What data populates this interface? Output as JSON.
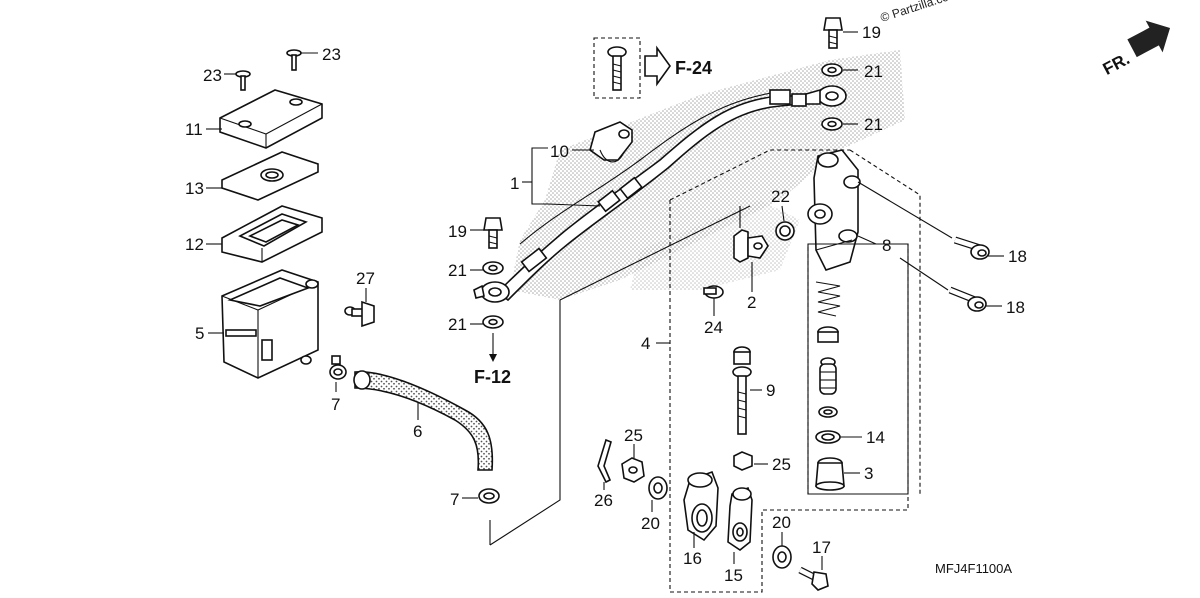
{
  "watermark": "© Partzilla.com",
  "diagram_code": "MFJ4F1100A",
  "front_arrow_label": "FR.",
  "refs": {
    "top": "F-24",
    "bottom": "F-12"
  },
  "callouts": {
    "c1": "1",
    "c2": "2",
    "c3": "3",
    "c4": "4",
    "c5": "5",
    "c6": "6",
    "c7a": "7",
    "c7b": "7",
    "c8": "8",
    "c9": "9",
    "c10": "10",
    "c11": "11",
    "c12": "12",
    "c13": "13",
    "c14": "14",
    "c15": "15",
    "c16": "16",
    "c17": "17",
    "c18a": "18",
    "c18b": "18",
    "c19a": "19",
    "c19b": "19",
    "c20a": "20",
    "c20b": "20",
    "c21a": "21",
    "c21b": "21",
    "c21c": "21",
    "c21d": "21",
    "c22": "22",
    "c23a": "23",
    "c23b": "23",
    "c24": "24",
    "c25a": "25",
    "c25b": "25",
    "c26": "26",
    "c27": "27"
  }
}
